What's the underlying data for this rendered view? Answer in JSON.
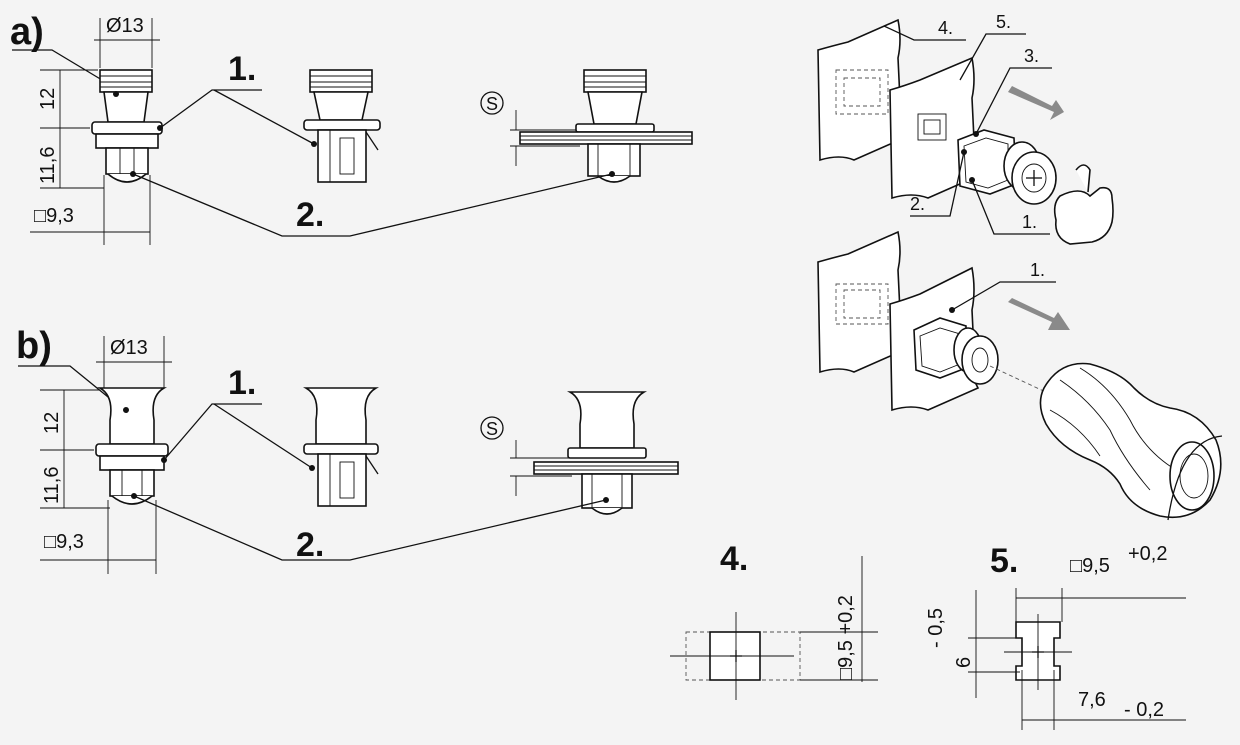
{
  "variant_a": {
    "label": "a)",
    "dia": "Ø13",
    "h_top": "12",
    "h_bottom": "11,6",
    "square": "□9,3",
    "callout_1": "1.",
    "callout_2": "2."
  },
  "variant_b": {
    "label": "b)",
    "dia": "Ø13",
    "h_top": "12",
    "h_bottom": "11,6",
    "square": "□9,3",
    "callout_1": "1.",
    "callout_2": "2."
  },
  "panel_symbol": "S",
  "exploded_view": {
    "callouts": [
      "4.",
      "5.",
      "3.",
      "2.",
      "1."
    ],
    "callout_removal": "1."
  },
  "detail_4": {
    "label": "4.",
    "dim": "□9,5 +0,2"
  },
  "detail_5": {
    "label": "5.",
    "dim_square": "□9,5",
    "dim_square_tol": "+0,2",
    "dim_height": "6",
    "dim_height_tol": "- 0,5",
    "dim_width": "7,6",
    "dim_width_tol": "- 0,2"
  },
  "colors": {
    "background": "#f4f4f4",
    "line": "#111111",
    "arrow": "#8a8a8a"
  }
}
